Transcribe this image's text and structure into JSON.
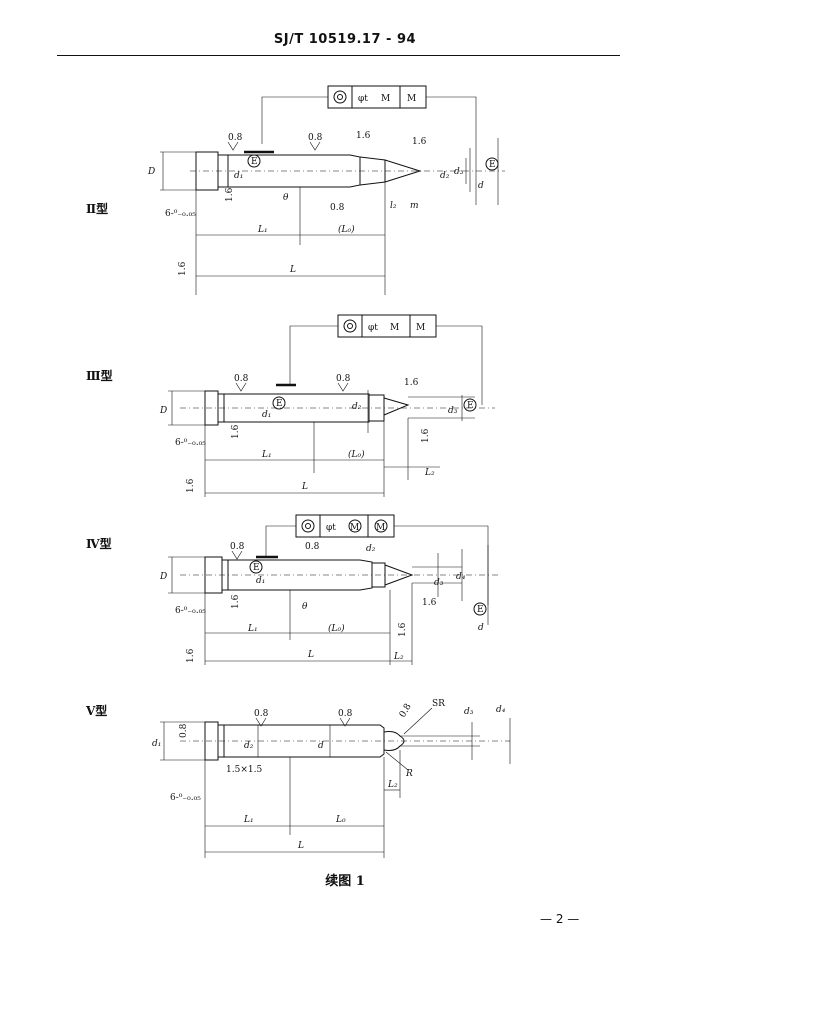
{
  "header": {
    "standard_code": "SJ/T 10519.17 - 94"
  },
  "figures": {
    "type2": {
      "label": "Ⅱ型",
      "dims": {
        "D": "D",
        "d1": "d₁",
        "d2": "d₂",
        "d3": "d₃",
        "d": "d",
        "L": "L",
        "L1": "L₁",
        "L0": "(L₀)",
        "L2": "l₂",
        "m": "m",
        "theta": "θ",
        "head_tol": "6-⁰₋₀.₀₅",
        "r08a": "0.8",
        "r08b": "0.8",
        "r08c": "0.8",
        "r16a": "1.6",
        "r16b": "1.6",
        "r16c": "1.6",
        "r16d": "1.6"
      },
      "frame": {
        "sym": "◎",
        "tol": "φt",
        "m1": "M",
        "m2": "M"
      },
      "envelope": "E"
    },
    "type3": {
      "label": "Ⅲ型",
      "dims": {
        "D": "D",
        "d1": "d₁",
        "d2": "d₂",
        "d3": "d₃",
        "L": "L",
        "L1": "L₁",
        "L0": "(L₀)",
        "L2": "L₂",
        "head_tol": "6-⁰₋₀.₀₅",
        "r08a": "0.8",
        "r08b": "0.8",
        "r16a": "1.6",
        "r16b": "1.6",
        "r16c": "1.6",
        "r16d": "1.6"
      },
      "frame": {
        "sym": "◎",
        "tol": "φt",
        "m1": "M",
        "m2": "M"
      },
      "envelope": "E"
    },
    "type4": {
      "label": "Ⅳ型",
      "dims": {
        "D": "D",
        "d1": "d₁",
        "d2": "d₂",
        "d3": "d₃",
        "d4": "d₄",
        "d": "d",
        "L": "L",
        "L1": "L₁",
        "L0": "(L₀)",
        "L2": "L₂",
        "theta": "θ",
        "head_tol": "6-⁰₋₀.₀₅",
        "r08a": "0.8",
        "r08b": "0.8",
        "r16a": "1.6",
        "r16b": "1.6",
        "r16c": "1.6",
        "r16d": "1.6"
      },
      "frame": {
        "sym": "◎",
        "tol": "φt",
        "m1": "M",
        "m2": "M"
      },
      "envelope": "E"
    },
    "type5": {
      "label": "Ⅴ型",
      "dims": {
        "d1": "d₁",
        "d2": "d₂",
        "d3": "d₃",
        "d4": "d₄",
        "d": "d",
        "L": "L",
        "L1": "L₁",
        "L0": "L₀",
        "L2": "L₂",
        "SR": "SR",
        "R": "R",
        "chamfer": "1.5×1.5",
        "head_tol": "6-⁰₋₀.₀₅",
        "r08a": "0.8",
        "r08b": "0.8",
        "r08c": "0.8",
        "r08d": "0.8"
      }
    }
  },
  "caption": "续图 1",
  "page_number": "— 2 —"
}
